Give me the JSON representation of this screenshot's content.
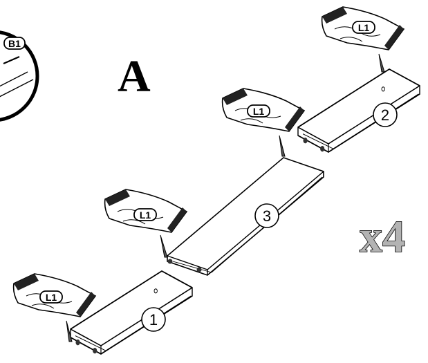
{
  "step_letter": "A",
  "quantity": "x4",
  "detail_label": "B1",
  "glue_packets": [
    {
      "label": "L1"
    },
    {
      "label": "L1"
    },
    {
      "label": "L1"
    },
    {
      "label": "L1"
    }
  ],
  "panels": [
    {
      "number": "1"
    },
    {
      "number": "2"
    },
    {
      "number": "3"
    }
  ]
}
